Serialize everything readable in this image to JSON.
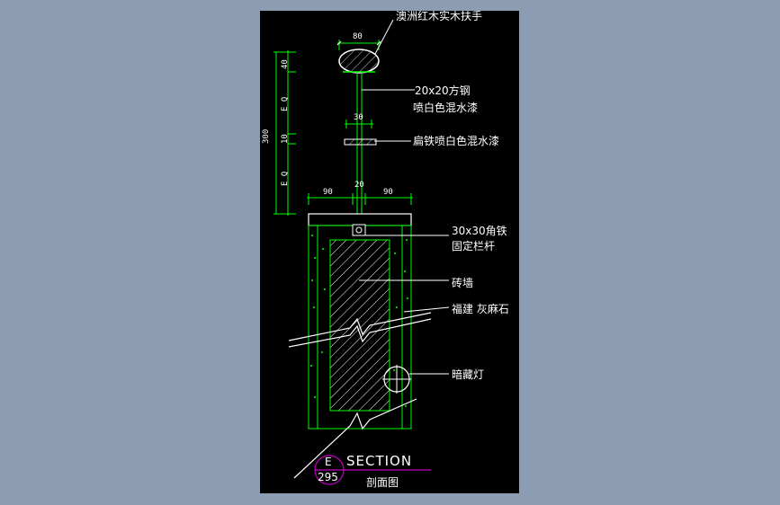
{
  "drawing": {
    "background": "#000000",
    "frame_color": "#8c9cb2",
    "line_color_green": "#00ff00",
    "line_color_white": "#ffffff",
    "line_color_magenta": "#c000c0"
  },
  "labels": {
    "handrail": "澳洲红木实木扶手",
    "steel_tube_line1": "20x20方钢",
    "steel_tube_line2": "喷白色混水漆",
    "flat_iron": "扁铁喷白色混水漆",
    "angle_iron_line1": "30x30角铁",
    "angle_iron_line2": "固定栏杆",
    "brick_wall": "砖墙",
    "granite": "福建 灰麻石",
    "hidden_light": "暗藏灯"
  },
  "dimensions": {
    "handrail_width": "80",
    "flat_iron_width": "30",
    "wall_left": "90",
    "wall_center": "20",
    "wall_right": "90",
    "vertical_total": "300",
    "vertical_top": "40",
    "vertical_eq1": "E Q",
    "vertical_mid": "10",
    "vertical_eq2": "E Q"
  },
  "title_block": {
    "letter": "E",
    "number": "295",
    "title": "SECTION",
    "subtitle": "剖面图"
  }
}
